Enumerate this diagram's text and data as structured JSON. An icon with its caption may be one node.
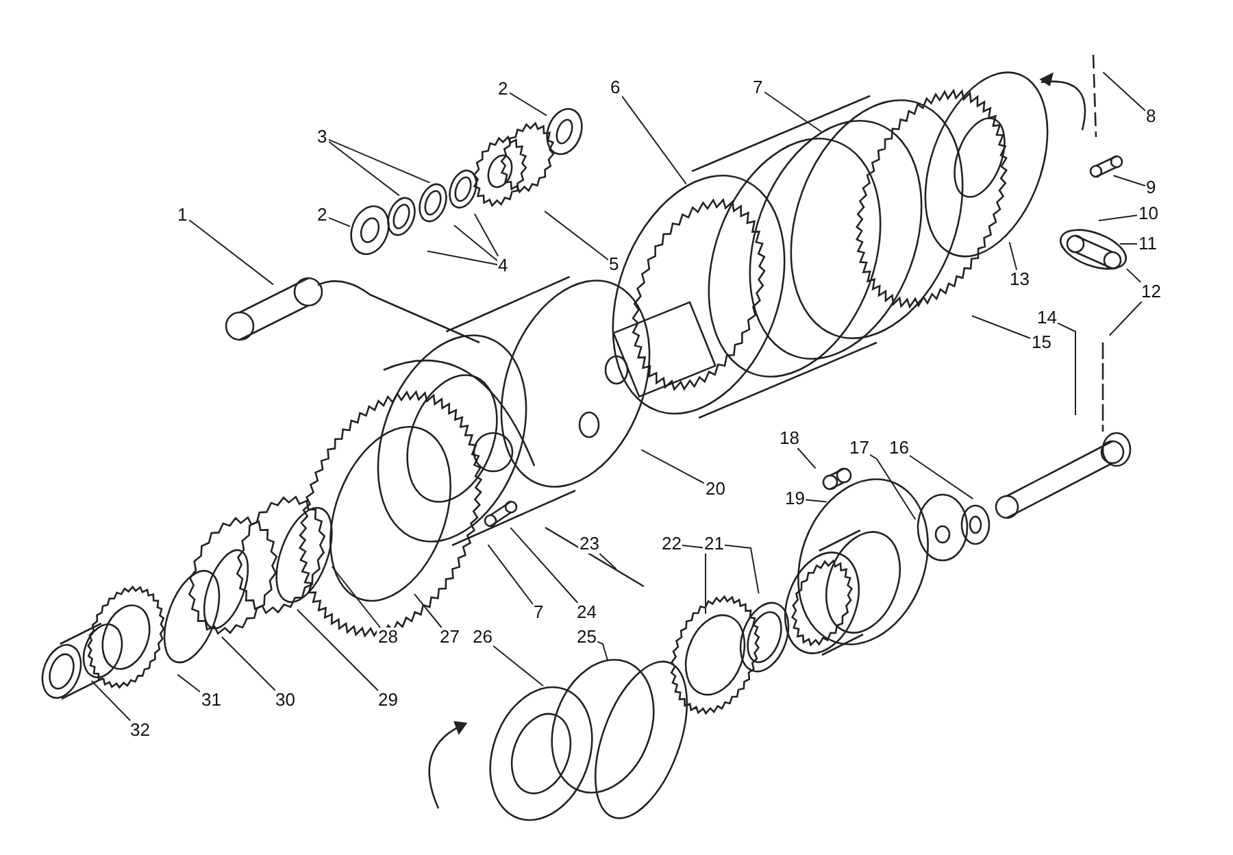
{
  "diagram": {
    "nodes": [
      {
        "text": [
          "1"
        ]
      },
      {
        "text": [
          "2"
        ]
      },
      {
        "text": [
          "2"
        ]
      },
      {
        "text": [
          "3"
        ]
      },
      {
        "text": [
          "4"
        ]
      },
      {
        "text": [
          "5"
        ]
      },
      {
        "text": [
          "6"
        ]
      },
      {
        "text": [
          "7"
        ]
      },
      {
        "text": [
          "8"
        ]
      },
      {
        "text": [
          "9"
        ]
      },
      {
        "text": [
          "10"
        ]
      },
      {
        "text": [
          "11"
        ]
      },
      {
        "text": [
          "12"
        ]
      },
      {
        "text": [
          "13"
        ]
      },
      {
        "text": [
          "14"
        ]
      },
      {
        "text": [
          "15"
        ]
      },
      {
        "text": [
          "16"
        ]
      },
      {
        "text": [
          "17"
        ]
      },
      {
        "text": [
          "18"
        ]
      },
      {
        "text": [
          "19"
        ]
      },
      {
        "text": [
          "20"
        ]
      },
      {
        "text": [
          "21"
        ]
      },
      {
        "text": [
          "22"
        ]
      },
      {
        "text": [
          "23"
        ]
      },
      {
        "text": [
          "24"
        ]
      },
      {
        "text": [
          "7"
        ]
      },
      {
        "text": [
          "25"
        ]
      },
      {
        "text": [
          "26"
        ]
      },
      {
        "text": [
          "27"
        ]
      },
      {
        "text": [
          "28"
        ]
      },
      {
        "text": [
          "29"
        ]
      },
      {
        "text": [
          "30"
        ]
      },
      {
        "text": [
          "31"
        ]
      },
      {
        "text": [
          "32"
        ]
      }
    ],
    "edges": [
      {
        "from": 0,
        "to": null,
        "arrow": "none"
      },
      {
        "from": 1,
        "to": null,
        "arrow": "none"
      },
      {
        "from": 2,
        "to": null,
        "arrow": "none"
      },
      {
        "from": 3,
        "to": null,
        "arrow": "none"
      },
      {
        "from": 3,
        "to": null,
        "arrow": "none"
      },
      {
        "from": 4,
        "to": null,
        "arrow": "none"
      },
      {
        "from": 4,
        "to": null,
        "arrow": "none"
      },
      {
        "from": 4,
        "to": null,
        "arrow": "none"
      },
      {
        "from": 5,
        "to": null,
        "arrow": "none"
      },
      {
        "from": 6,
        "to": null,
        "arrow": "none"
      },
      {
        "from": 7,
        "to": null,
        "arrow": "none"
      },
      {
        "from": 8,
        "to": null,
        "arrow": "none"
      },
      {
        "from": 9,
        "to": null,
        "arrow": "none"
      },
      {
        "from": 10,
        "to": null,
        "arrow": "none"
      },
      {
        "from": 11,
        "to": null,
        "arrow": "none"
      },
      {
        "from": 12,
        "to": null,
        "arrow": "none"
      },
      {
        "from": 12,
        "to": null,
        "arrow": "none"
      },
      {
        "from": 13,
        "to": null,
        "arrow": "none"
      },
      {
        "from": 14,
        "to": null,
        "arrow": "none"
      },
      {
        "from": 15,
        "to": null,
        "arrow": "none"
      },
      {
        "from": 16,
        "to": null,
        "arrow": "none"
      },
      {
        "from": 17,
        "to": null,
        "arrow": "none"
      },
      {
        "from": 18,
        "to": null,
        "arrow": "none"
      },
      {
        "from": 19,
        "to": null,
        "arrow": "none"
      },
      {
        "from": 20,
        "to": null,
        "arrow": "none"
      },
      {
        "from": 21,
        "to": null,
        "arrow": "none"
      },
      {
        "from": 22,
        "to": null,
        "arrow": "none"
      },
      {
        "from": 23,
        "to": null,
        "arrow": "none"
      },
      {
        "from": 24,
        "to": null,
        "arrow": "none"
      },
      {
        "from": 25,
        "to": null,
        "arrow": "none"
      },
      {
        "from": 26,
        "to": null,
        "arrow": "none"
      },
      {
        "from": 27,
        "to": null,
        "arrow": "none"
      },
      {
        "from": 28,
        "to": null,
        "arrow": "none"
      },
      {
        "from": 29,
        "to": null,
        "arrow": "none"
      },
      {
        "from": 30,
        "to": null,
        "arrow": "none"
      },
      {
        "from": 31,
        "to": null,
        "arrow": "none"
      },
      {
        "from": 32,
        "to": null,
        "arrow": "none"
      },
      {
        "from": 33,
        "to": null,
        "arrow": "none"
      }
    ]
  }
}
